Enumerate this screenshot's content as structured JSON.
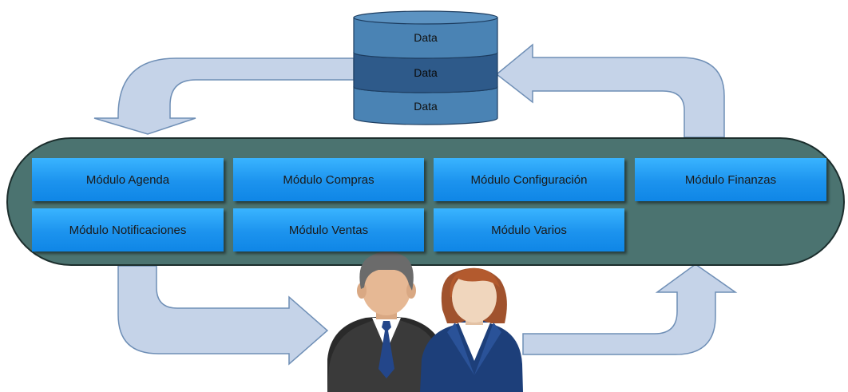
{
  "database": {
    "layers": [
      "Data",
      "Data",
      "Data"
    ]
  },
  "modules": {
    "agenda": "Módulo Agenda",
    "compras": "Módulo Compras",
    "configuracion": "Módulo Configuración",
    "finanzas": "Módulo Finanzas",
    "notificaciones": "Módulo Notificaciones",
    "ventas": "Módulo Ventas",
    "varios": "Módulo Varios"
  },
  "colors": {
    "arrow_fill": "#c5d3e8",
    "arrow_stroke": "#6f8fb6",
    "platform_fill": "#4b7370",
    "db_light": "#4a83b4",
    "db_dark": "#2e5a8a",
    "module_fill": "#2a9cf0"
  },
  "icons": {
    "users": [
      "businessman-icon",
      "businesswoman-icon"
    ]
  }
}
